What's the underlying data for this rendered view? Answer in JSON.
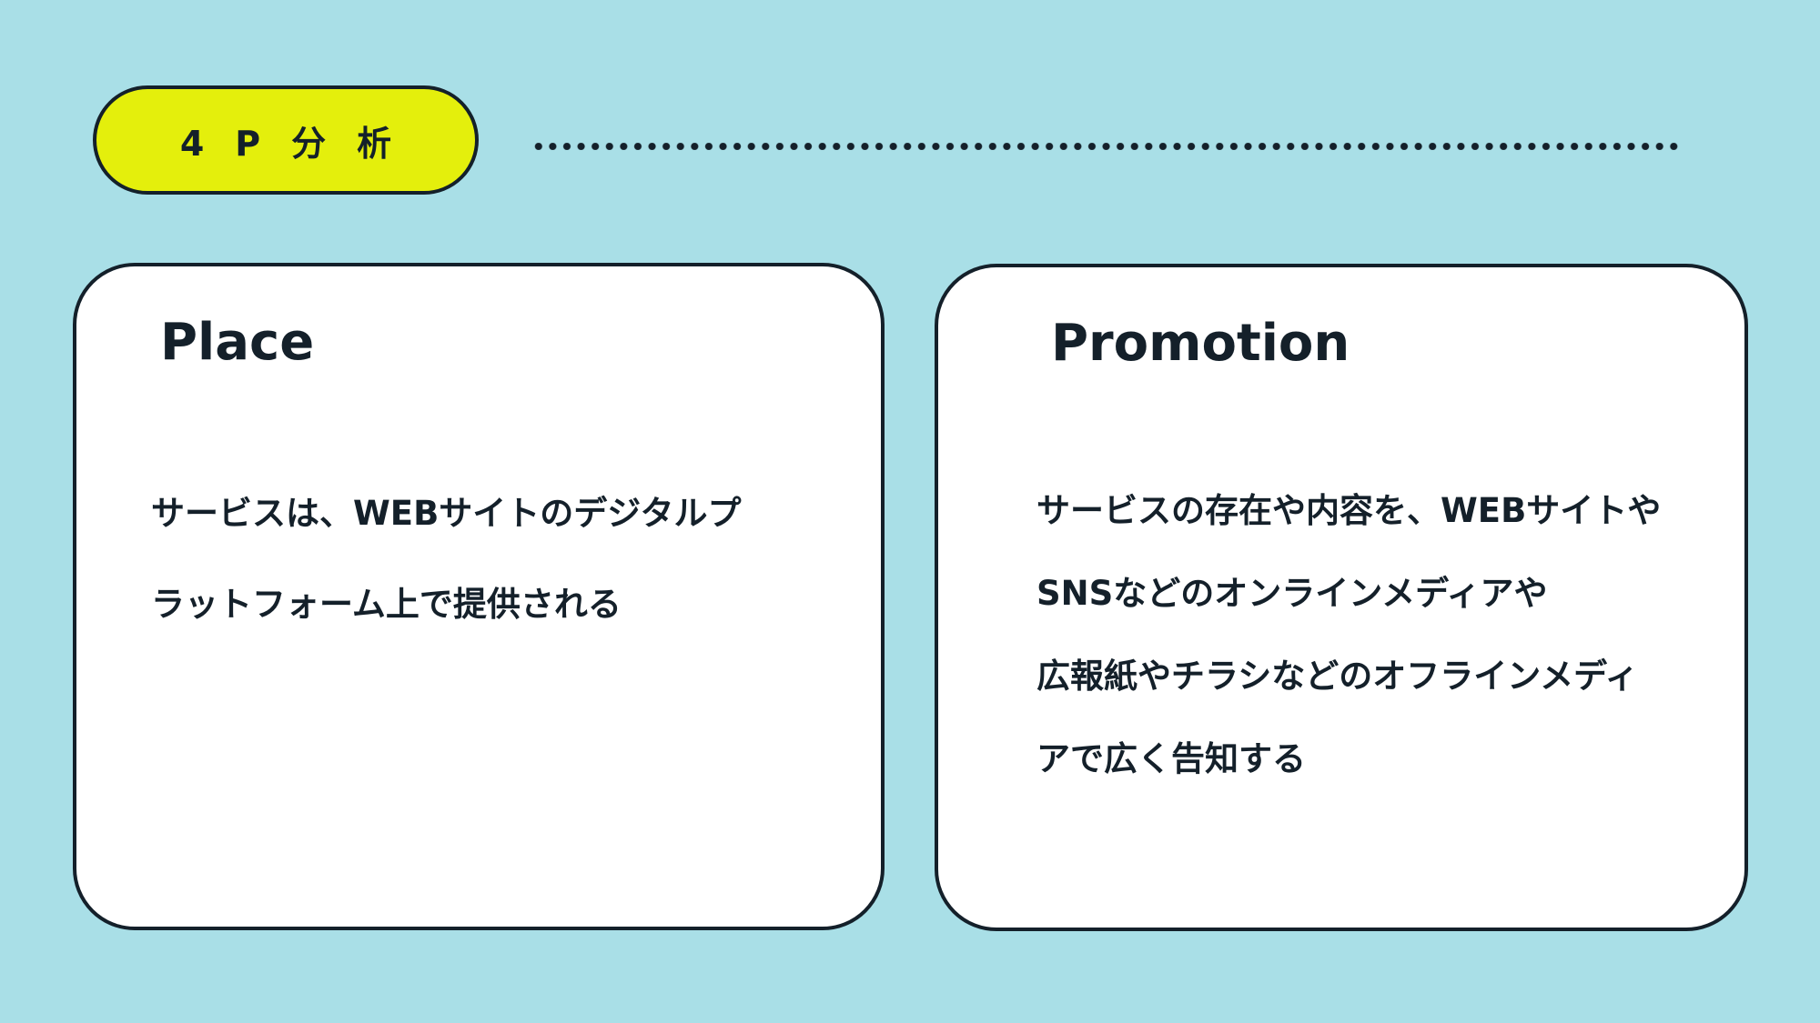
{
  "badge": {
    "label": "4P分析"
  },
  "cards": {
    "place": {
      "title": "Place",
      "lines": [
        "サービスは、WEBサイトのデジタルプ",
        "ラットフォーム上で提供される"
      ]
    },
    "promotion": {
      "title": "Promotion",
      "lines": [
        "サービスの存在や内容を、WEBサイトや",
        "SNSなどのオンラインメディアや",
        "広報紙やチラシなどのオフラインメディ",
        "アで広く告知する"
      ]
    }
  },
  "colors": {
    "background": "#a9dfe7",
    "badge_fill": "#e4ef0c",
    "outline": "#14202a",
    "card_fill": "#ffffff"
  }
}
